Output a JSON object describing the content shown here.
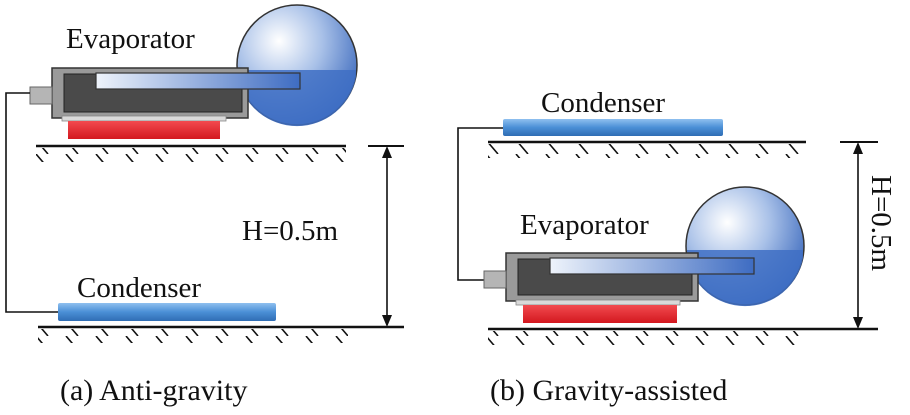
{
  "panel_a": {
    "evaporator_label": "Evaporator",
    "condenser_label": "Condenser",
    "height_label": "H=0.5m",
    "caption": "(a) Anti-gravity"
  },
  "panel_b": {
    "condenser_label": "Condenser",
    "evaporator_label": "Evaporator",
    "height_label": "H=0.5m",
    "caption": "(b) Gravity-assisted"
  },
  "colors": {
    "heater": "#e8242b",
    "condenser": "#4a8fd6",
    "evaporator_body": "#4a4a4a",
    "reservoir": "#3f6fc4",
    "line": "#111111"
  }
}
